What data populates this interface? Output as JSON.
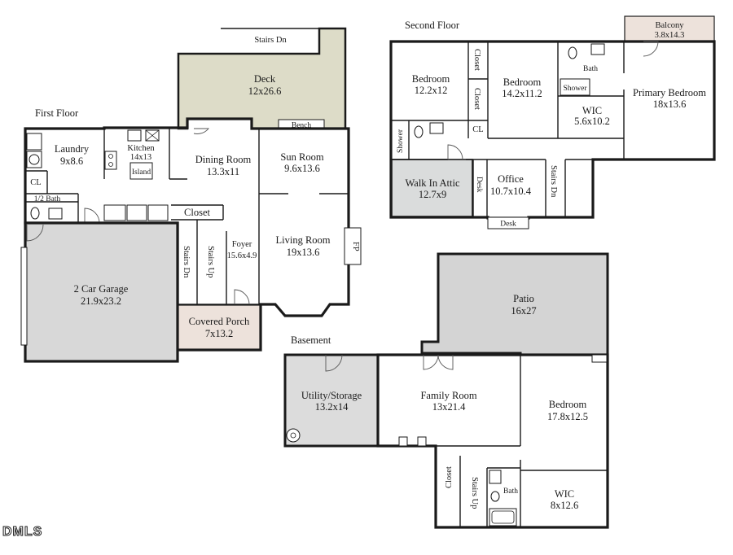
{
  "colors": {
    "wall": "#1a1a1a",
    "floor": "#ffffff",
    "deck": "#dddcc8",
    "covered_porch": "#ede2db",
    "balcony": "#ede2db",
    "walk_in_attic": "#dadcdc",
    "utility_storage": "#dcdcdc",
    "patio": "#d4d4d4"
  },
  "floors": {
    "first": {
      "title": "First Floor",
      "rooms": {
        "stairs_dn": {
          "name": "Stairs Dn"
        },
        "deck": {
          "name": "Deck",
          "dims": "12x26.6"
        },
        "bench": {
          "name": "Bench"
        },
        "laundry": {
          "name": "Laundry",
          "dims": "9x8.6"
        },
        "kitchen": {
          "name": "Kitchen",
          "dims": "14x13"
        },
        "island": {
          "name": "Island"
        },
        "dining_room": {
          "name": "Dining Room",
          "dims": "13.3x11"
        },
        "sun_room": {
          "name": "Sun Room",
          "dims": "9.6x13.6"
        },
        "cl": {
          "name": "CL"
        },
        "half_bath": {
          "name": "1/2 Bath"
        },
        "closet": {
          "name": "Closet"
        },
        "foyer": {
          "name": "Foyer",
          "dims": "15.6x4.9"
        },
        "stairs_up": {
          "name": "Stairs Up"
        },
        "stairs_dn_inner": {
          "name": "Stairs Dn"
        },
        "living_room": {
          "name": "Living Room",
          "dims": "19x13.6"
        },
        "fp": {
          "name": "FP"
        },
        "garage": {
          "name": "2 Car Garage",
          "dims": "21.9x23.2"
        },
        "covered_porch": {
          "name": "Covered Porch",
          "dims": "7x13.2"
        }
      }
    },
    "second": {
      "title": "Second Floor",
      "rooms": {
        "balcony": {
          "name": "Balcony",
          "dims": "3.8x14.3"
        },
        "bedroom_a": {
          "name": "Bedroom",
          "dims": "12.2x12"
        },
        "closet_a": {
          "name": "Closet"
        },
        "closet_b": {
          "name": "Closet"
        },
        "cl": {
          "name": "CL"
        },
        "bedroom_b": {
          "name": "Bedroom",
          "dims": "14.2x11.2"
        },
        "bath": {
          "name": "Bath"
        },
        "shower_a": {
          "name": "Shower"
        },
        "wic": {
          "name": "WIC",
          "dims": "5.6x10.2"
        },
        "primary_bedroom": {
          "name": "Primary Bedroom",
          "dims": "18x13.6"
        },
        "shower_b": {
          "name": "Shower"
        },
        "walk_in_attic": {
          "name": "Walk In Attic",
          "dims": "12.7x9"
        },
        "desk_a": {
          "name": "Desk"
        },
        "office": {
          "name": "Office",
          "dims": "10.7x10.4"
        },
        "stairs_dn": {
          "name": "Stairs Dn"
        },
        "desk_b": {
          "name": "Desk"
        }
      }
    },
    "basement": {
      "title": "Basement",
      "rooms": {
        "patio": {
          "name": "Patio",
          "dims": "16x27"
        },
        "utility_storage": {
          "name": "Utility/Storage",
          "dims": "13.2x14"
        },
        "family_room": {
          "name": "Family Room",
          "dims": "13x21.4"
        },
        "bedroom": {
          "name": "Bedroom",
          "dims": "17.8x12.5"
        },
        "closet": {
          "name": "Closet"
        },
        "stairs_up": {
          "name": "Stairs Up"
        },
        "bath": {
          "name": "Bath"
        },
        "wic": {
          "name": "WIC",
          "dims": "8x12.6"
        }
      }
    }
  },
  "watermark": "DMLS"
}
